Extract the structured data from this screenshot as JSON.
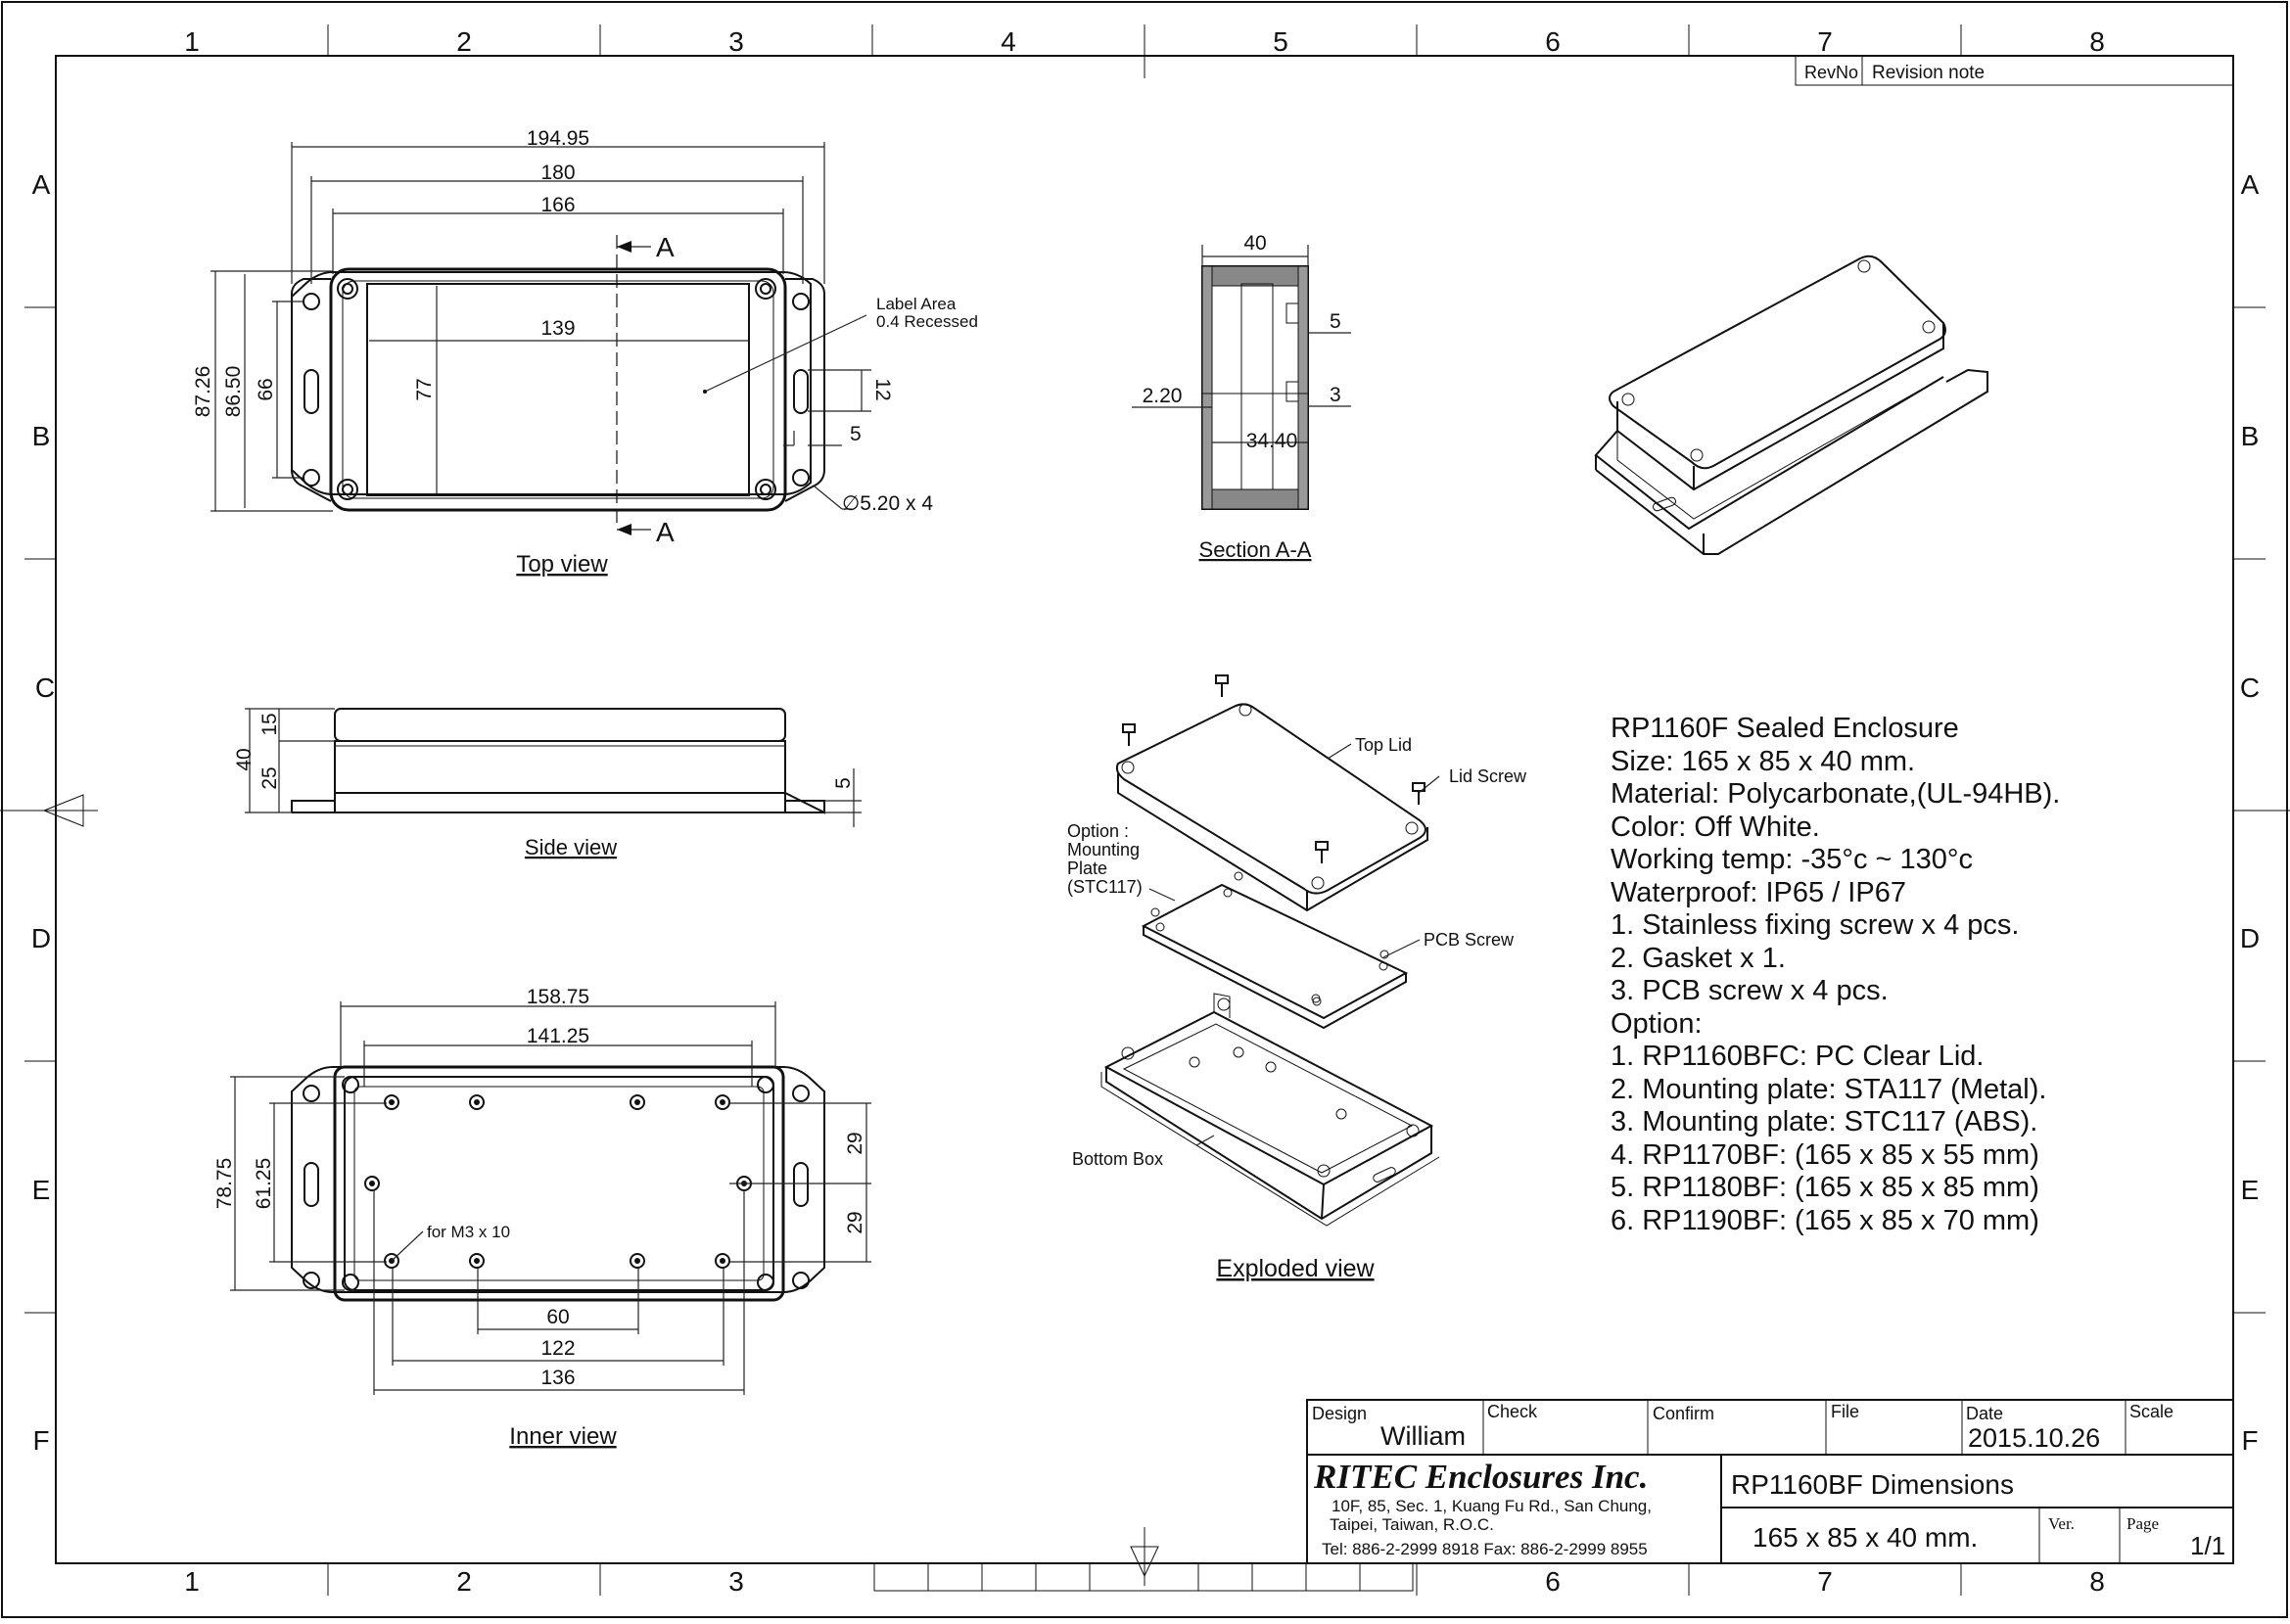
{
  "border": {
    "columns": [
      "1",
      "2",
      "3",
      "4",
      "5",
      "6",
      "7",
      "8"
    ],
    "rows": [
      "A",
      "B",
      "C",
      "D",
      "E",
      "F"
    ]
  },
  "revision": {
    "no_label": "RevNo",
    "note_label": "Revision note"
  },
  "top_view": {
    "title": "Top view",
    "dims": {
      "overall": "194.95",
      "flange": "180",
      "body": "166",
      "label_w": "139",
      "label_h": "77",
      "h_overall": "87.26",
      "h_body": "86.50",
      "h_slot": "66",
      "slot": "12",
      "slot_off": "5",
      "hole": "∅5.20 x 4"
    },
    "section_mark": "A",
    "label_note_1": "Label Area",
    "label_note_2": "0.4 Recessed"
  },
  "section": {
    "title": "Section A-A",
    "dims": {
      "width": "40",
      "wall": "2.20",
      "inner": "34.40",
      "lip": "5",
      "groove": "3"
    }
  },
  "side_view": {
    "title": "Side view",
    "dims": {
      "total": "40",
      "lid": "15",
      "base": "25",
      "flange": "5"
    }
  },
  "inner_view": {
    "title": "Inner view",
    "dims": {
      "outer_w": "158.75",
      "inner_w": "141.25",
      "outer_h": "78.75",
      "inner_h": "61.25",
      "half_a": "29",
      "half_b": "29",
      "pitch_small": "60",
      "pitch_mid": "122",
      "pitch_big": "136"
    },
    "boss_note": "for M3 x 10"
  },
  "exploded": {
    "title": "Exploded view",
    "top_lid": "Top Lid",
    "lid_screw": "Lid Screw",
    "option_1": "Option :",
    "option_2": "Mounting",
    "option_3": "Plate",
    "option_4": "(STC117)",
    "pcb_screw": "PCB Screw",
    "bottom_box": "Bottom Box"
  },
  "spec": {
    "lines": [
      "RP1160F Sealed Enclosure",
      "Size: 165 x 85 x 40 mm.",
      "Material: Polycarbonate,(UL-94HB).",
      "Color: Off White.",
      "Working temp: -35°c ~ 130°c",
      "Waterproof: IP65 / IP67",
      "1. Stainless fixing screw x 4 pcs.",
      "2. Gasket x 1.",
      "3. PCB screw x 4 pcs.",
      "Option:",
      "1. RP1160BFC: PC Clear Lid.",
      "2. Mounting plate: STA117 (Metal).",
      "3. Mounting plate: STC117 (ABS).",
      "4. RP1170BF: (165 x 85 x 55 mm)",
      "5. RP1180BF: (165 x 85 x 85 mm)",
      "6. RP1190BF: (165 x 85 x 70 mm)"
    ]
  },
  "title_block": {
    "design_label": "Design",
    "design_value": "William",
    "check_label": "Check",
    "confirm_label": "Confirm",
    "file_label": "File",
    "date_label": "Date",
    "date_value": "2015.10.26",
    "scale_label": "Scale",
    "company": "RITEC Enclosures Inc.",
    "address_1": "10F, 85, Sec. 1, Kuang Fu Rd., San Chung,",
    "address_2": "Taipei, Taiwan, R.O.C.",
    "tel": "Tel: 886-2-2999 8918   Fax: 886-2-2999 8955",
    "drawing_title": "RP1160BF Dimensions",
    "size": "165 x 85 x 40 mm.",
    "ver_label": "Ver.",
    "page_label": "Page",
    "page_value": "1/1"
  }
}
